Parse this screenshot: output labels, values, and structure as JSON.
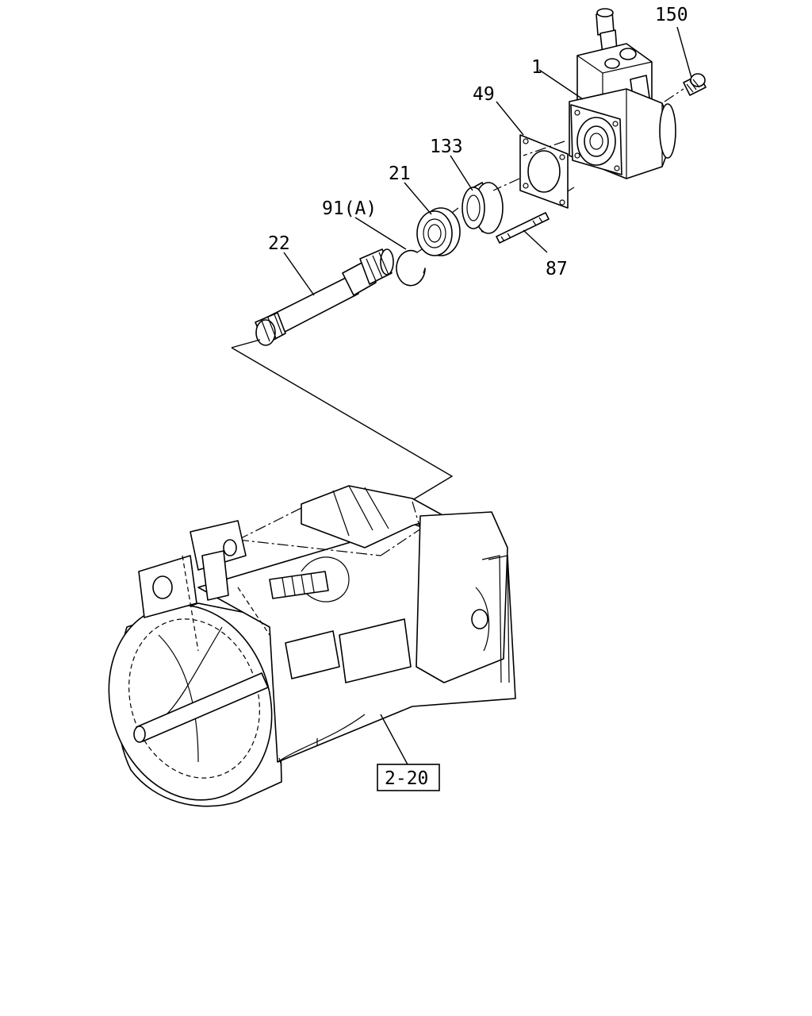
{
  "callouts": {
    "c150": "150",
    "c1": "1",
    "c49": "49",
    "c133": "133",
    "c21": "21",
    "c91": "91(A)",
    "c22": "22",
    "c87": "87"
  },
  "reference": {
    "label": "2-20"
  }
}
